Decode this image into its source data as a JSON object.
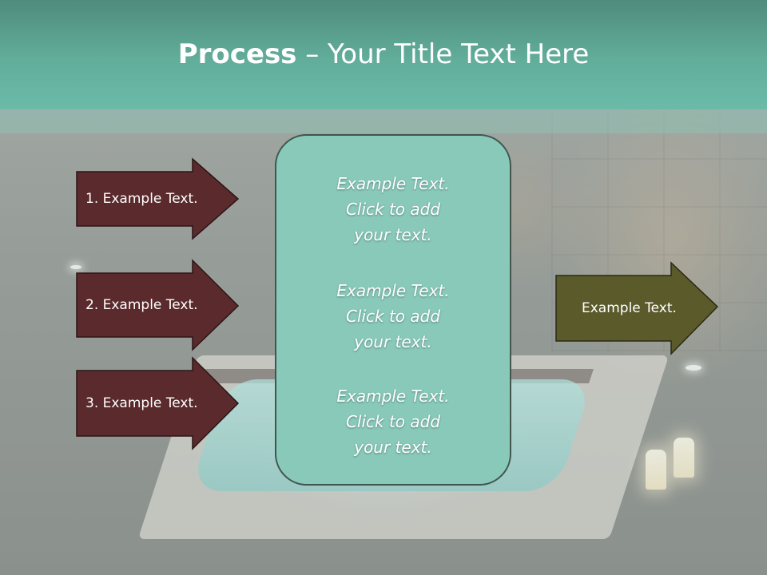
{
  "slide": {
    "title_bold": "Process",
    "title_rest": " – Your Title Text Here"
  },
  "left_arrows": [
    {
      "label": "1. Example Text."
    },
    {
      "label": "2. Example Text."
    },
    {
      "label": "3. Example Text."
    }
  ],
  "center_box": {
    "paragraphs": [
      {
        "text": "Example Text.\nClick  to add\nyour text."
      },
      {
        "text": "Example Text.\nClick  to add\nyour text."
      },
      {
        "text": "Example Text.\nClick  to add\nyour text."
      }
    ]
  },
  "right_arrow": {
    "label": "Example Text."
  },
  "colors": {
    "title_band": "#62ad9b",
    "left_arrow_fill": "#5a2a2c",
    "right_arrow_fill": "#5a5a2b",
    "center_box_fill": "#88c9b9"
  }
}
